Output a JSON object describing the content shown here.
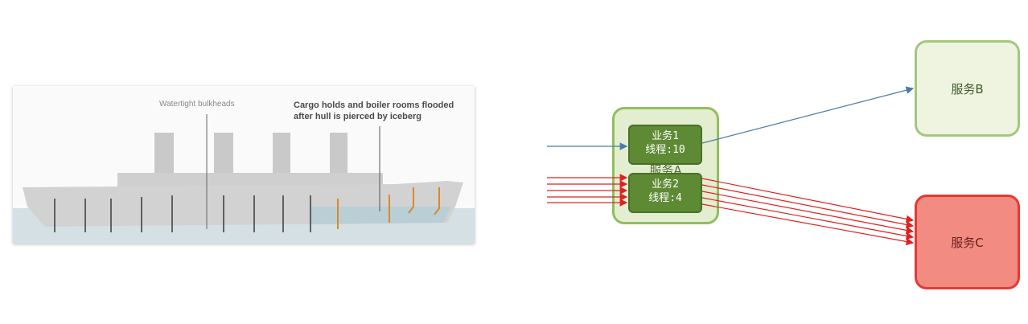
{
  "ship": {
    "label_bulkheads": "Watertight bulkheads",
    "label_flooded": "Cargo holds and boiler rooms flooded after hull is pierced by iceberg"
  },
  "services": {
    "a": "服务A",
    "b": "服务B",
    "c": "服务C"
  },
  "businesses": [
    {
      "name": "业务1",
      "threads": "线程:10"
    },
    {
      "name": "业务2",
      "threads": "线程:4"
    }
  ],
  "colors": {
    "normal_flow": "#4a7aa8",
    "error_flow": "#e02020",
    "service_c_fill": "#f28b82",
    "business_fill": "#5d8a32"
  }
}
